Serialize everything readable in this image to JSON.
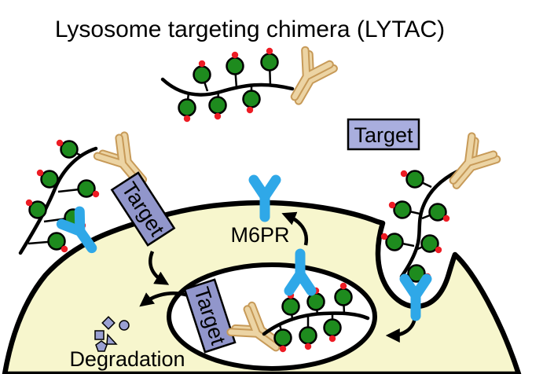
{
  "title": "Lysosome targeting chimera (LYTAC)",
  "labels": {
    "target_free": "Target",
    "target_membrane": "Target",
    "target_endosome": "Target",
    "m6pr": "M6PR",
    "degradation": "Degradation"
  },
  "icons": {
    "antibody": "antibody-icon",
    "m6p_glycan": "mannose-6-phosphate-glycan",
    "m6pr_receptor": "m6pr-receptor-icon",
    "degradation_fragments": "degradation-fragments"
  },
  "colors": {
    "background": "#ffffff",
    "text": "#000000",
    "outline": "#000000",
    "cell_fill": "#f7f6cd",
    "endosome_fill": "#ffffff",
    "glycan_green": "#1e8b1e",
    "phosphate_red": "#ed1c24",
    "receptor_blue": "#2fa8e8",
    "antibody_fill": "#ecd4a4",
    "antibody_outline": "#c79a58",
    "target_fill": "#9196cb",
    "target_fill_light": "#a9aede",
    "fragment_fill": "#9aa0d2"
  }
}
